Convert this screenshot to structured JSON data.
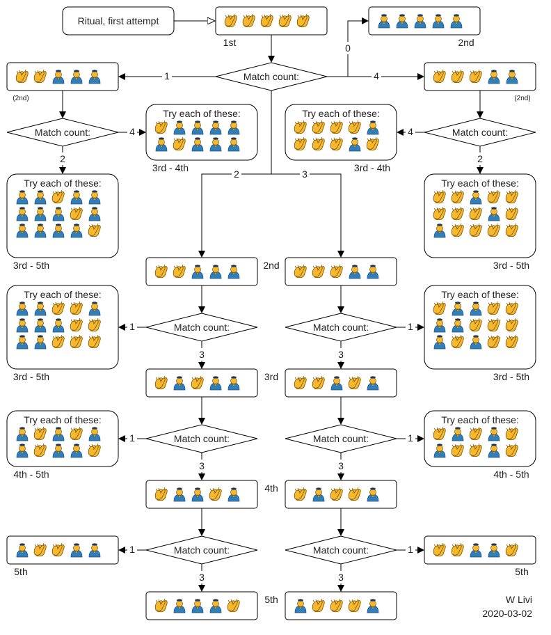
{
  "icons": {
    "clap": {
      "name": "clapping-hands-icon",
      "color": "#f5b82e",
      "outline": "#7a5200"
    },
    "monk": {
      "name": "praying-person-icon",
      "robe": "#2f7fbd",
      "skin": "#f5b82e",
      "hair": "#1f3b57"
    }
  },
  "colors": {
    "stroke": "#000000",
    "fill": "#ffffff",
    "text": "#222222"
  },
  "labels": {
    "start": "Ritual, first attempt",
    "decision": "Match count:",
    "try_each": "Try each of these:",
    "author": "W Livi",
    "date": "2020-03-02"
  },
  "rows": {
    "first": {
      "seq": "CCCCC",
      "caption": "1st"
    },
    "top_right": {
      "seq": "MMMMM",
      "caption": "2nd"
    },
    "left_2nd": {
      "seq": "CCMMM",
      "caption": "(2nd)"
    },
    "right_2nd": {
      "seq": "CCCMM",
      "caption": "(2nd)"
    },
    "left_try_34": {
      "seqs": [
        "CMMMM",
        "MCMMM"
      ],
      "caption": "3rd - 4th"
    },
    "right_try_34": {
      "seqs": [
        "CCCCM",
        "CCCMC"
      ],
      "caption": "3rd - 4th"
    },
    "left_try_35": {
      "seqs": [
        "MMCMM",
        "MMMCM",
        "MMMMC"
      ],
      "caption": "3rd - 5th"
    },
    "right_try_35": {
      "seqs": [
        "CCMCC",
        "CCCMC",
        "MCCCC"
      ],
      "caption": "3rd - 5th"
    },
    "mid_left_2nd": {
      "seq": "CCMMM",
      "caption": "2nd"
    },
    "mid_right_2nd": {
      "seq": "CCCMM"
    },
    "left_try_b": {
      "seqs": [
        "MMCCM",
        "MMMCC",
        "MMCCC"
      ],
      "caption": "3rd - 5th"
    },
    "right_try_b": {
      "seqs": [
        "CMMCC",
        "MMCCC",
        "MCMCC"
      ],
      "caption": "3rd - 5th"
    },
    "mid_left_3rd": {
      "seq": "CMCMM",
      "caption": "3rd"
    },
    "mid_right_3rd": {
      "seq": "CCMCM"
    },
    "left_try_c": {
      "seqs": [
        "MCMCM",
        "MCMMC"
      ],
      "caption": "4th - 5th"
    },
    "right_try_c": {
      "seqs": [
        "CMCMC",
        "MCCMC"
      ],
      "caption": "4th - 5th"
    },
    "mid_left_4th": {
      "seq": "CMMCM",
      "caption": "4th"
    },
    "mid_right_4th": {
      "seq": "CMCCM"
    },
    "left_5th_alt": {
      "seq": "MCCMM",
      "caption": "5th"
    },
    "right_5th_alt": {
      "seq": "CCMMC",
      "caption": "5th"
    },
    "mid_left_5th": {
      "seq": "CMMMC",
      "caption": "5th"
    },
    "mid_right_5th": {
      "seq": "MCCCM"
    }
  },
  "edge_labels": {
    "d1_left": "1",
    "d1_right": "4",
    "d1_up": "0",
    "d1_down_left": "2",
    "d1_down_right": "3",
    "dl_right": "4",
    "dl_down": "2",
    "dr_left": "4",
    "dr_down": "2",
    "mid_a_left": "1",
    "mid_a_down": "3",
    "mid_a_right": "1",
    "mid_a_down2": "3",
    "mid_b_left": "1",
    "mid_b_down": "3",
    "mid_b_right": "1",
    "mid_b_down2": "3",
    "mid_c_left": "1",
    "mid_c_down": "3",
    "mid_c_right": "1",
    "mid_c_down2": "3"
  }
}
